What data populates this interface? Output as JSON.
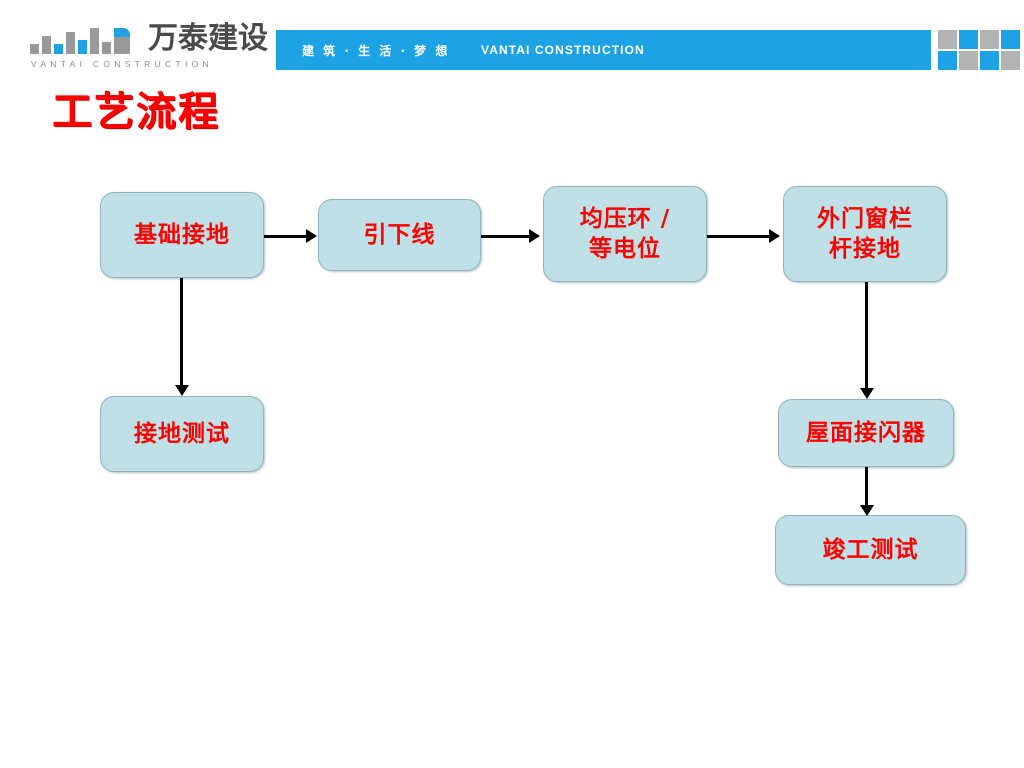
{
  "header": {
    "logo": {
      "name_cn": "万泰建设",
      "name_en": "VANTAI CONSTRUCTION"
    },
    "banner": {
      "slogan_cn": "建 筑 · 生 活 · 梦 想",
      "slogan_en": "VANTAI CONSTRUCTION",
      "background_color": "#1ea2e6"
    },
    "decor": {
      "blue": "#1ea2e6",
      "gray": "#b3b3b3"
    }
  },
  "title": "工艺流程",
  "theme": {
    "title_color": "#ff0000",
    "node_fill": "#bfe0e6",
    "node_border": "#93b4ba",
    "node_text_color": "#ff0000",
    "connector_color": "#000000",
    "page_background": "#ffffff"
  },
  "flowchart": {
    "type": "process-flow",
    "nodes": [
      {
        "id": "n1",
        "label": "基础接地"
      },
      {
        "id": "n2",
        "label": "引下线"
      },
      {
        "id": "n3",
        "label": "均压环 /\n等电位"
      },
      {
        "id": "n4",
        "label": "外门窗栏\n杆接地"
      },
      {
        "id": "n5",
        "label": "接地测试"
      },
      {
        "id": "n6",
        "label": "屋面接闪器"
      },
      {
        "id": "n7",
        "label": "竣工测试"
      }
    ],
    "edges": [
      {
        "from": "n1",
        "to": "n2",
        "direction": "right"
      },
      {
        "from": "n2",
        "to": "n3",
        "direction": "right"
      },
      {
        "from": "n3",
        "to": "n4",
        "direction": "right"
      },
      {
        "from": "n1",
        "to": "n5",
        "direction": "down"
      },
      {
        "from": "n4",
        "to": "n6",
        "direction": "down"
      },
      {
        "from": "n6",
        "to": "n7",
        "direction": "down"
      }
    ]
  }
}
